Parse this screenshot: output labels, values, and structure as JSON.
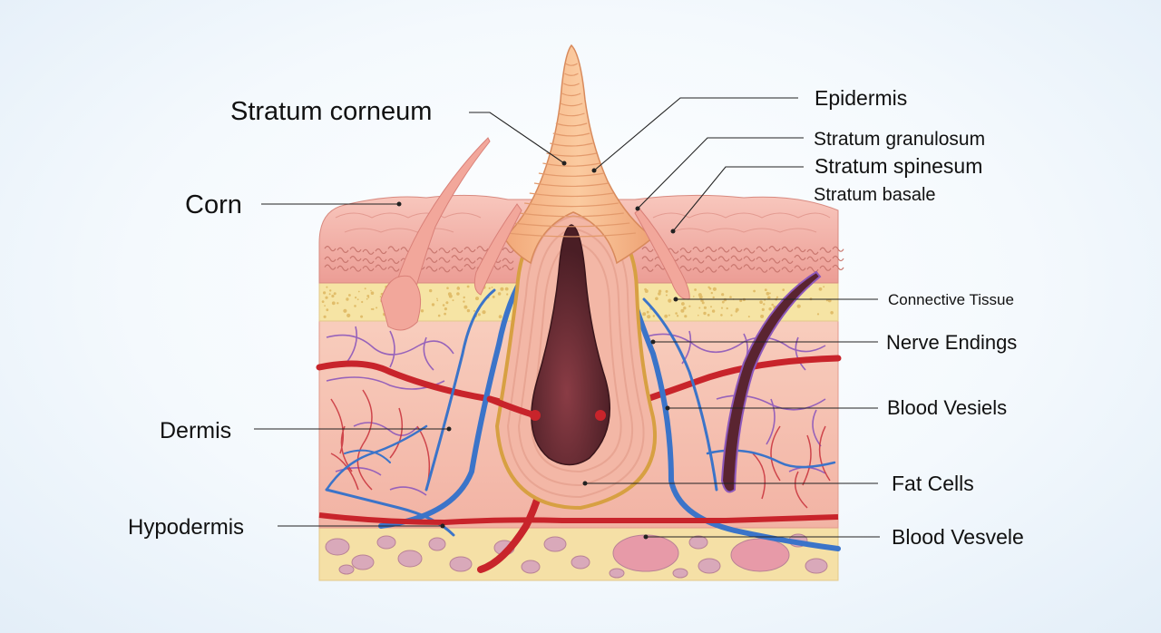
{
  "labels": {
    "stratum_corneum": "Stratum corneum",
    "corn": "Corn",
    "dermis": "Dermis",
    "hypodermis": "Hypodermis",
    "epidermis": "Epidermis",
    "stratum_granulosum": "Stratum granulosum",
    "stratum_spinesum": "Stratum spinesum",
    "stratum_basale": "Stratum basale",
    "connective_tissue": "Connective Tissue",
    "nerve_endings": "Nerve Endings",
    "blood_vesiels": "Blood Vesiels",
    "fat_cells": "Fat Cells",
    "blood_vesvele": "Blood Vesvele"
  },
  "colors": {
    "epidermis": "#f0a8a0",
    "epidermis_top": "#f7c2b8",
    "corn": "#f5b98c",
    "connective_tissue": "#f6e3a0",
    "dermis": "#f6c4b4",
    "hypodermis": "#f5e2a8",
    "fat_cell": "#d8a7b8",
    "core": "#6a2e36",
    "artery": "#c8242b",
    "vein": "#3b74c9",
    "nerve": "#8a55b8"
  }
}
